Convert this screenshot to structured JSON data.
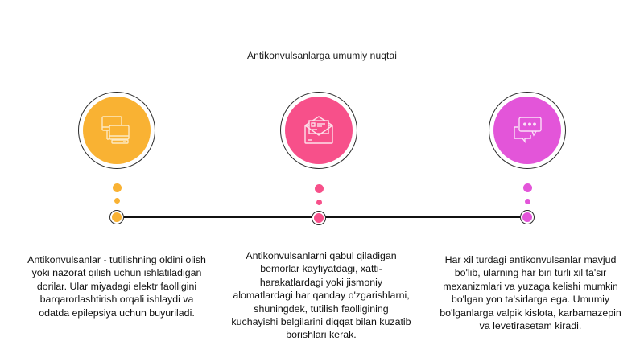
{
  "title": "Antikonvulsanlarga umumiy nuqtai",
  "colors": {
    "orange": "#f9b233",
    "pink": "#f7508a",
    "magenta": "#e355d9",
    "line": "#111111"
  },
  "nodes": [
    {
      "icon": "monitors-icon",
      "color": "#f9b233",
      "text": "Antikonvulsanlar - tutilishning oldini olish yoki nazorat qilish uchun ishlatiladigan dorilar. Ular miyadagi elektr faolligini barqarorlashtirish orqali ishlaydi va odatda epilepsiya uchun buyuriladi."
    },
    {
      "icon": "envelope-icon",
      "color": "#f7508a",
      "text": "Antikonvulsanlarni qabul qiladigan bemorlar kayfiyatdagi, xatti-harakatlardagi yoki jismoniy alomatlardagi har qanday o'zgarishlarni, shuningdek, tutilish faolligining kuchayishi belgilarini diqqat bilan kuzatib borishlari kerak."
    },
    {
      "icon": "chat-bubbles-icon",
      "color": "#e355d9",
      "text": "Har xil turdagi antikonvulsanlar mavjud bo'lib, ularning har biri turli xil ta'sir mexanizmlari va yuzaga kelishi mumkin bo'lgan yon ta'sirlarga ega. Umumiy bo'lganlarga valpik kislota, karbamazepin va levetirasetam kiradi."
    }
  ]
}
